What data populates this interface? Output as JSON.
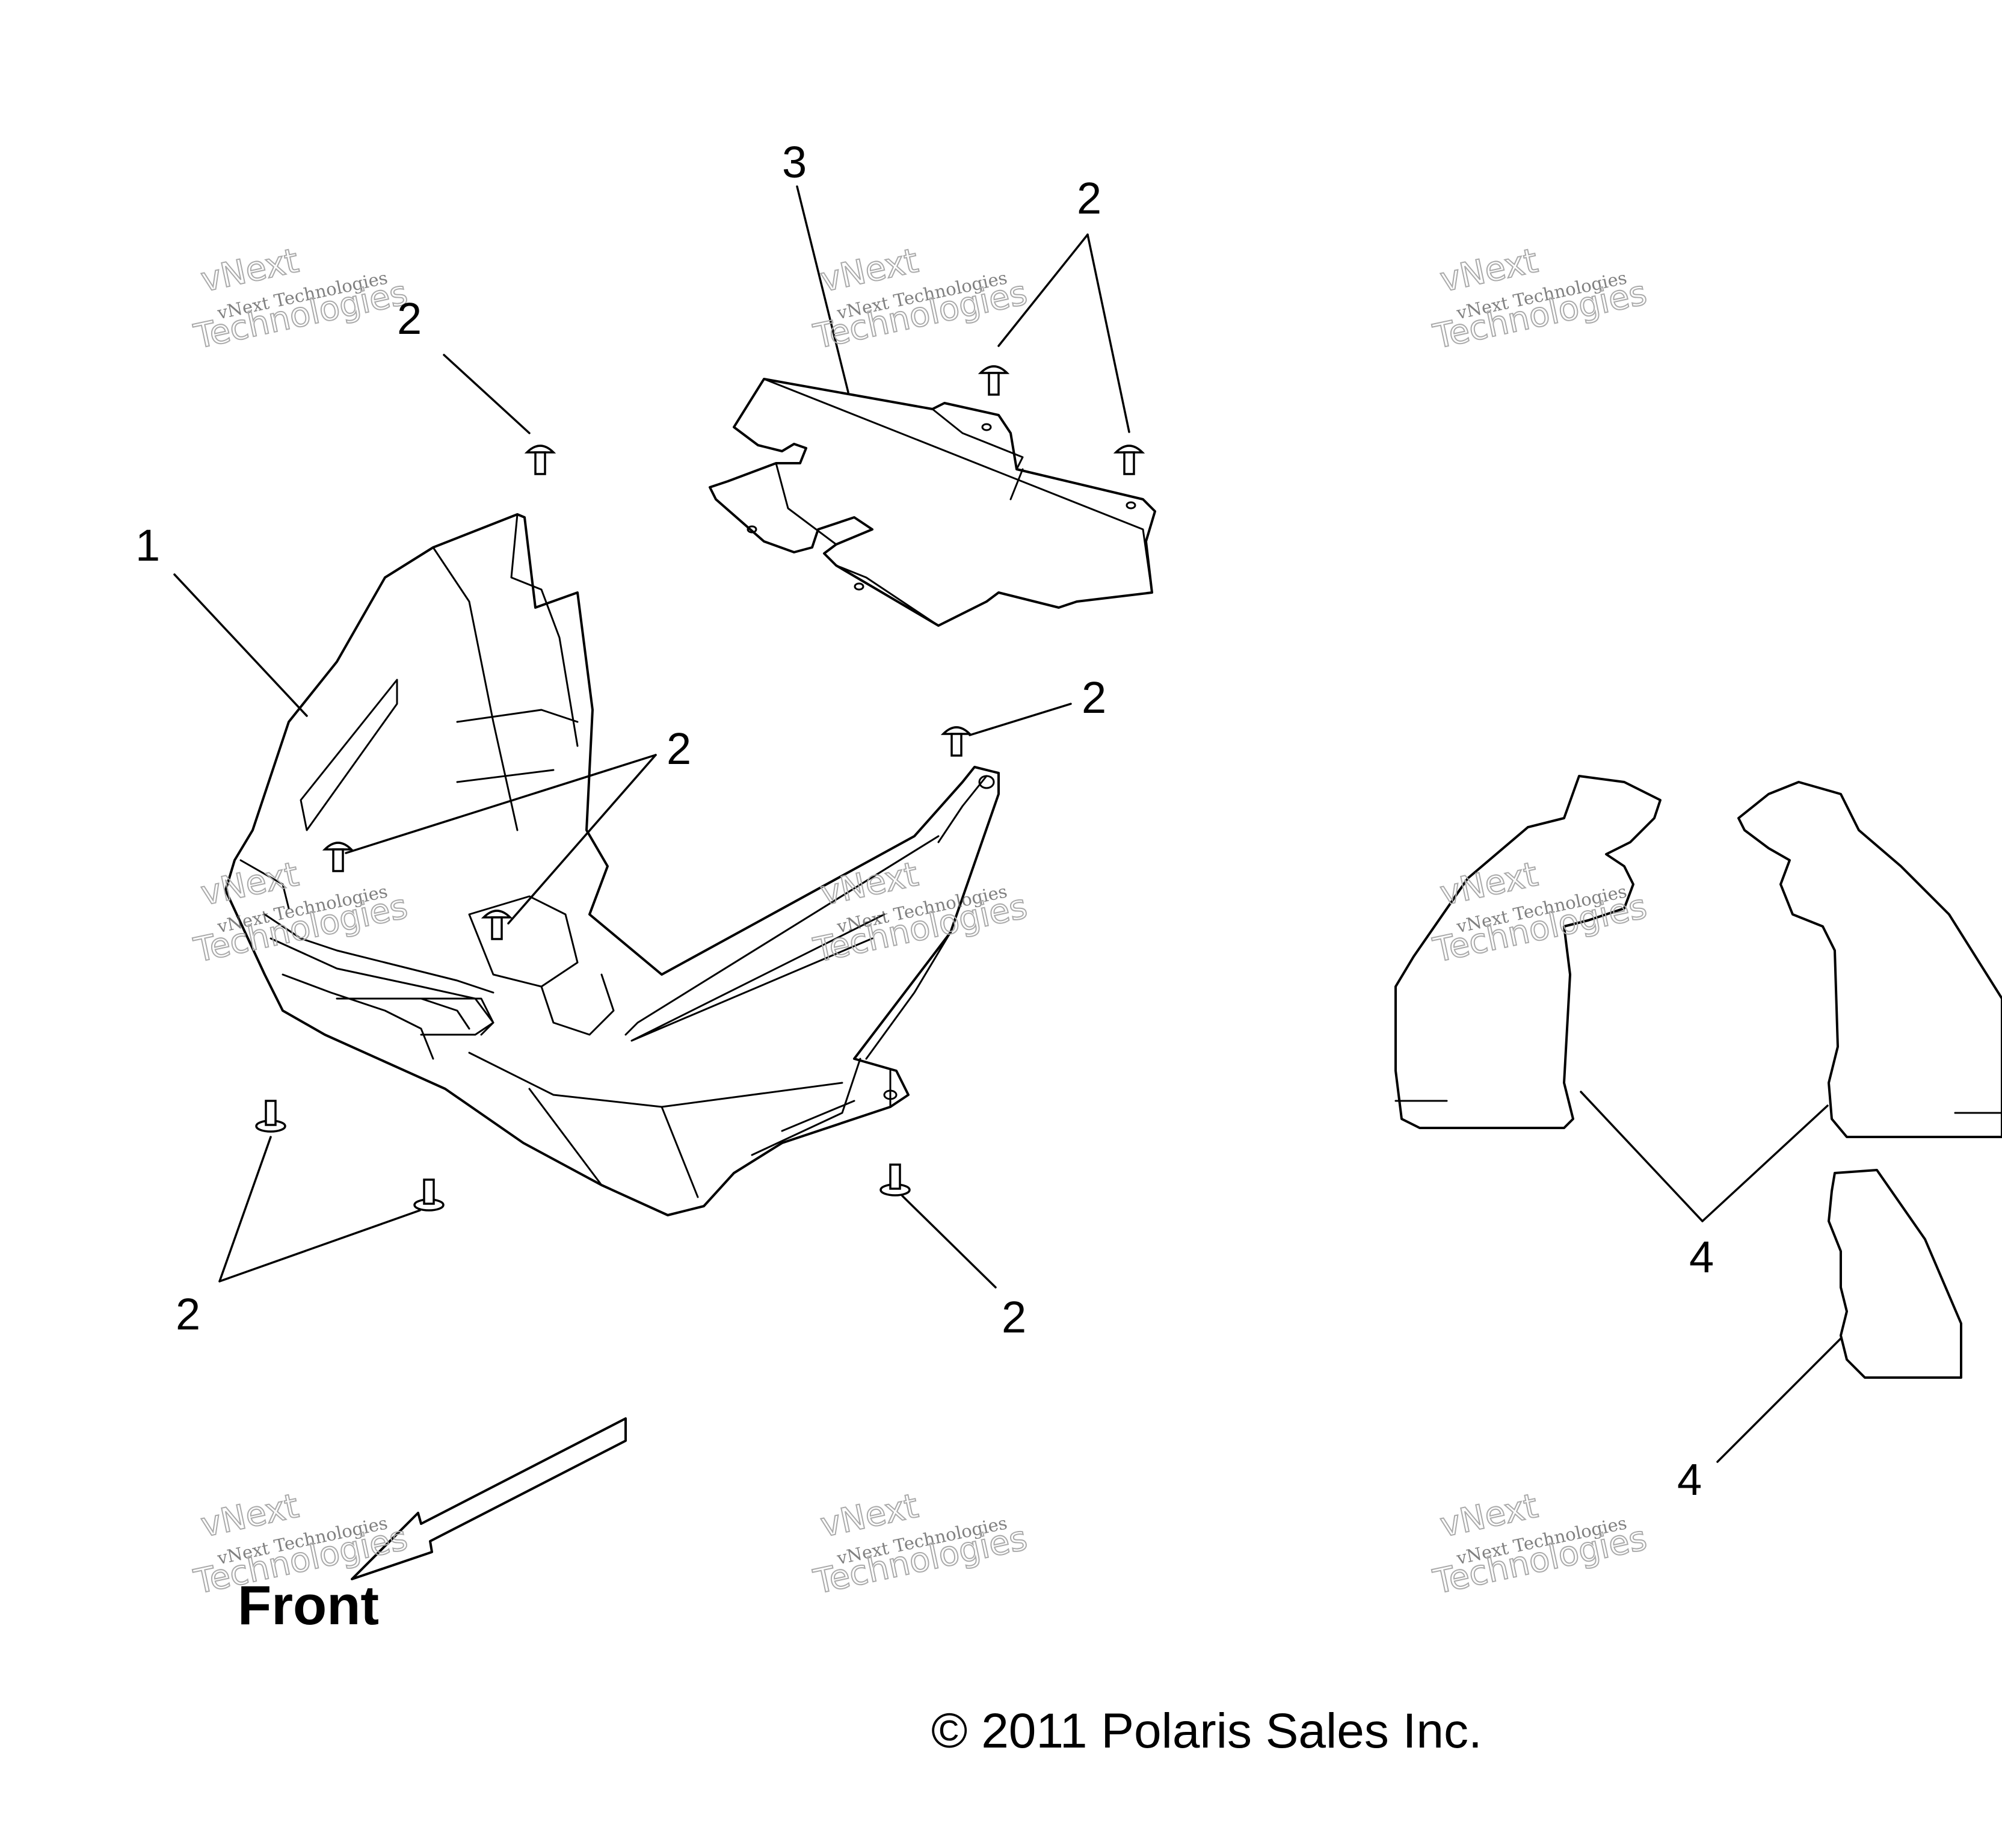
{
  "callouts": {
    "c1": "1",
    "c2a": "2",
    "c2b": "2",
    "c2c": "2",
    "c2d": "2",
    "c2e": "2",
    "c2f": "2",
    "c3": "3",
    "c4a": "4",
    "c4b": "4"
  },
  "direction": {
    "label": "Front"
  },
  "copyright": "© 2011 Polaris Sales Inc.",
  "watermark": {
    "line1": "vNext",
    "line2": "vNext Technologies",
    "line3": "Technologies"
  }
}
